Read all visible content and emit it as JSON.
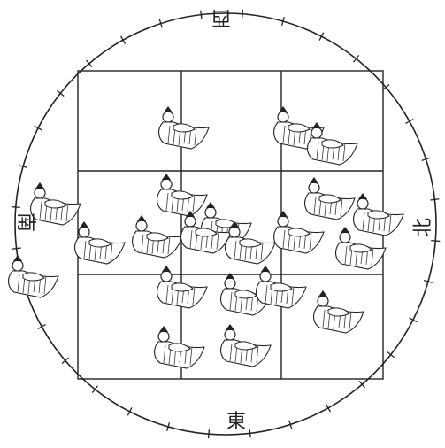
{
  "directions": {
    "top": "西",
    "left": "南",
    "right": "北",
    "bottom": "東"
  },
  "figures": {
    "rows": [
      {
        "name": "row-1",
        "count": 3
      },
      {
        "name": "row-2",
        "count": 4
      },
      {
        "name": "row-3",
        "count": 6
      },
      {
        "name": "row-4",
        "count": 4
      },
      {
        "name": "row-5",
        "count": 2
      }
    ],
    "outside_left_count": 2
  },
  "colors": {
    "ink": "#222222",
    "paper": "#ffffff"
  }
}
